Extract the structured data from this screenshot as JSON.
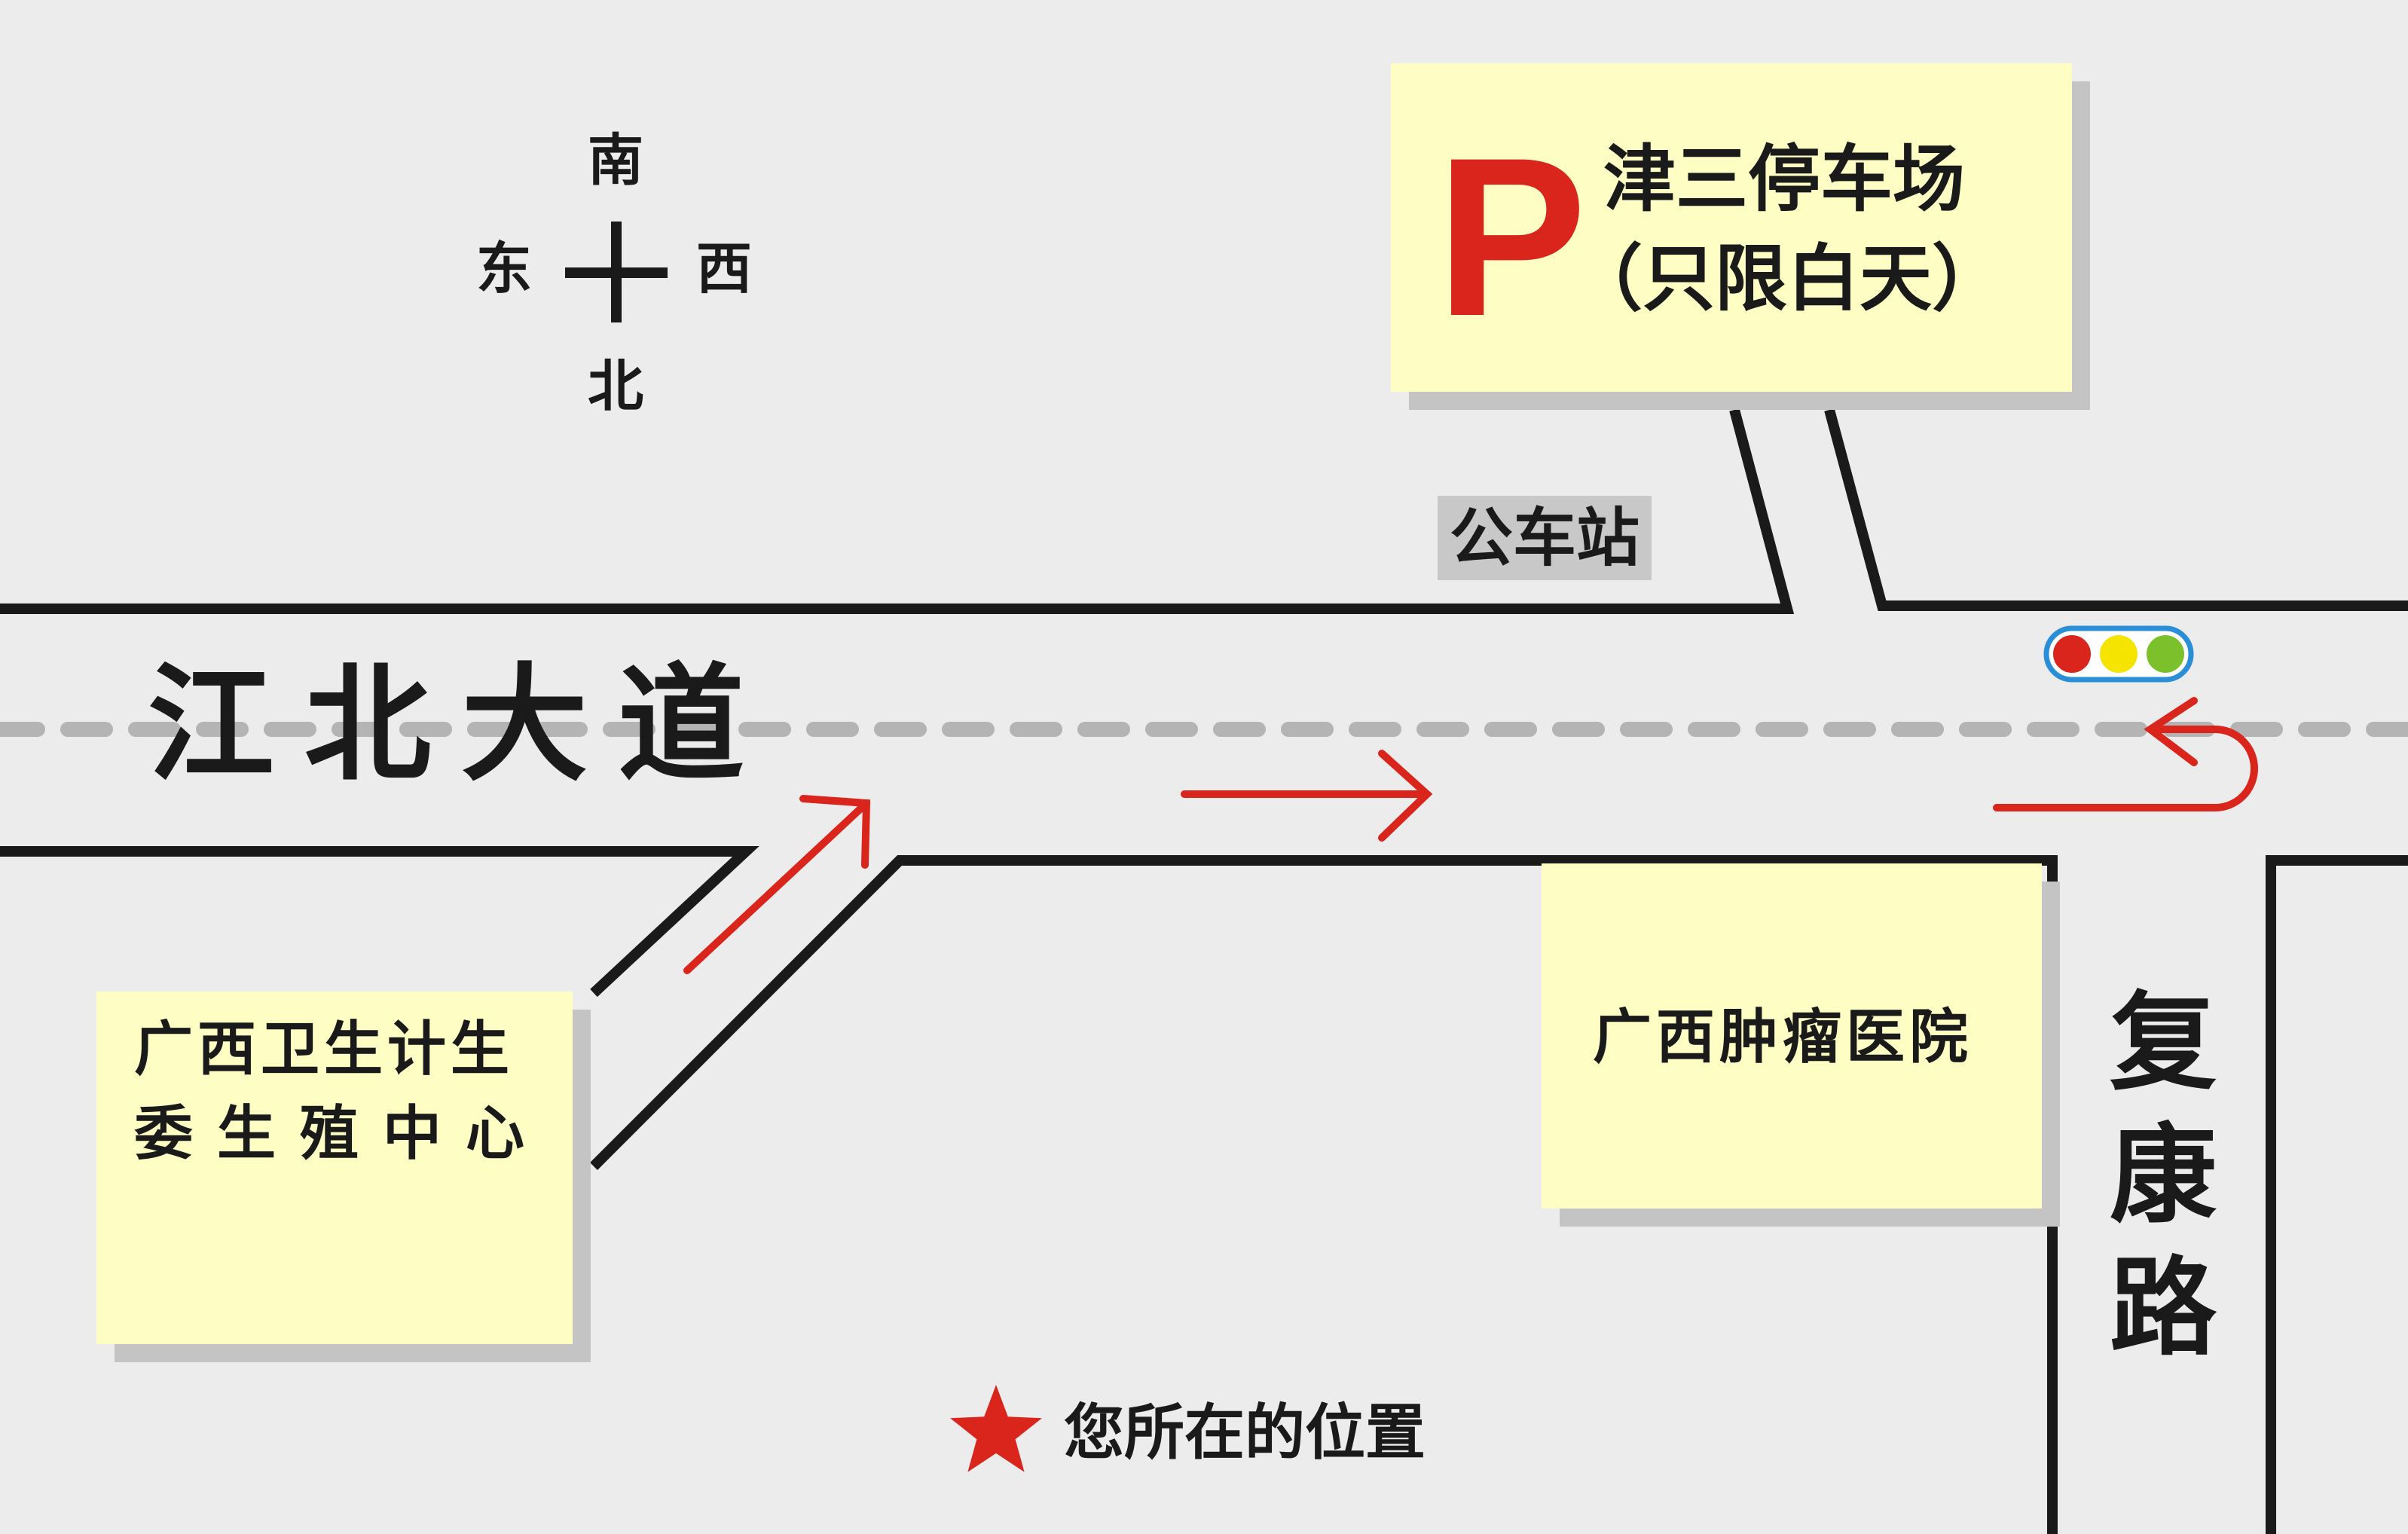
{
  "compass": {
    "north": "北",
    "south": "南",
    "east": "东",
    "west": "西"
  },
  "roads": {
    "main": "江北大道",
    "side": "复康路"
  },
  "parking": {
    "symbol": "P",
    "name": "津三停车场",
    "note": "（只限白天）"
  },
  "bus_stop": "公车站",
  "places": {
    "hospital": "广西肿瘤医院",
    "center_line1": "广西卫生计生",
    "center_line2": "委生殖中心"
  },
  "legend": {
    "marker": "star-icon",
    "label": "您所在的位置"
  },
  "traffic_light": [
    "#d9251c",
    "#f5e400",
    "#7cc12c"
  ],
  "colors": {
    "background": "#ececec",
    "road_edge": "#1a1a1a",
    "lane_divider": "#b4b4b4",
    "arrow": "#d9251c",
    "box_fill": "#fefdc4",
    "box_shadow": "#c4c4c4",
    "traffic_light_ring": "#2a8fd6"
  }
}
